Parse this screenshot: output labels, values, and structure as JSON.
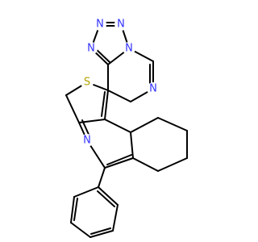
{
  "colors": {
    "background": "#ffffff",
    "bond": "#000000",
    "nitrogen": "#3333ff",
    "sulfur": "#b3a300"
  },
  "atoms": {
    "n1": "N",
    "n2": "N",
    "n3": "N",
    "n4": "N",
    "n5": "N",
    "n6": "N",
    "s1": "S"
  }
}
